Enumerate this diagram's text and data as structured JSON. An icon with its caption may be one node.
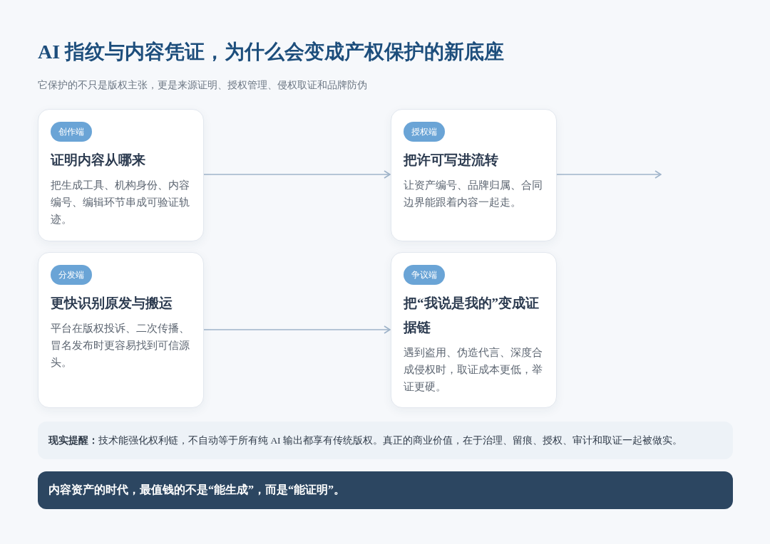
{
  "diagram": {
    "title": "AI 指纹与内容凭证，为什么会变成产权保护的新底座",
    "nodes": [
      {
        "text": [
          "创作端",
          "证明内容从哪来",
          "把生成工具、机构身份、内容编号、编辑环节串成可验证轨迹。"
        ]
      },
      {
        "text": [
          "授权端",
          "把许可写进流转",
          "让资产编号、品牌归属、合同边界能跟着内容一起走。"
        ]
      },
      {
        "text": [
          "分发端",
          "更快识别原发与搬运",
          "平台在版权投诉、二次传播、冒名发布时更容易找到可信源头。"
        ]
      },
      {
        "text": [
          "争议端",
          "把“我说是我的”变成证据链",
          "遇到盗用、伪造代言、深度合成侵权时，取证成本更低，举证更硬。"
        ]
      },
      {
        "text": [
          "**现实提醒：**技术能强化权利链，不自动等于所有纯 AI 输出都享有传统版权。真正的商业价值，在于治理、留痕、授权、审计和取证一起被做实。"
        ]
      },
      {
        "text": [
          "内容资产的时代，最值钱的不是“能生成”，而是“能证明”。"
        ]
      }
    ],
    "edges": [
      {
        "from": 0,
        "to": 1,
        "arrow": "to"
      },
      {
        "from": 1,
        "to": null,
        "arrow": "to"
      },
      {
        "from": 2,
        "to": 3,
        "arrow": "to"
      }
    ],
    "labels": [
      "它保护的不只是版权主张，更是来源证明、授权管理、侵权取证和品牌防伪"
    ]
  }
}
